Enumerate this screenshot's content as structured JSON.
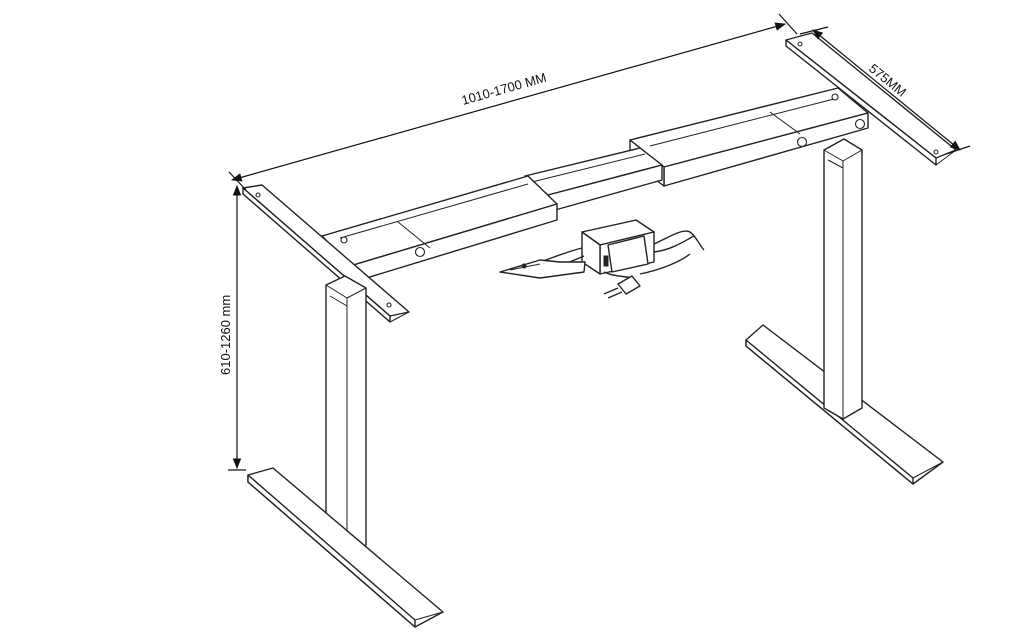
{
  "figure": {
    "background": "#ffffff",
    "line_color": "#222222",
    "dimensions": {
      "width": "1010-1700 MM",
      "depth": "575MM",
      "height": "610-1260 mm"
    }
  }
}
